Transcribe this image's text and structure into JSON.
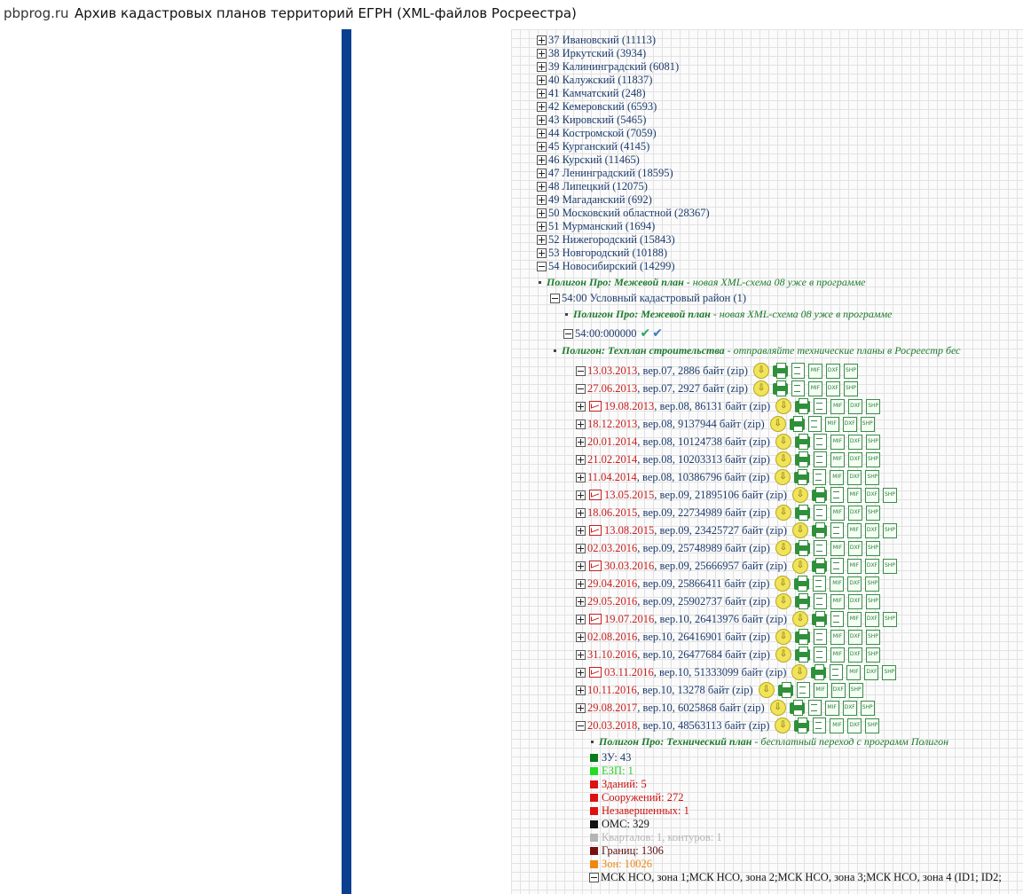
{
  "titlebar": {
    "site": "pbprog.ru",
    "title": "Архив кадастровых планов территорий ЕГРН (XML-файлов Росреестра)"
  },
  "regions": [
    {
      "label": "37 Ивановский (11113)"
    },
    {
      "label": "38 Иркутский (3934)"
    },
    {
      "label": "39 Калининградский (6081)"
    },
    {
      "label": "40 Калужский (11837)"
    },
    {
      "label": "41 Камчатский (248)"
    },
    {
      "label": "42 Кемеровский (6593)"
    },
    {
      "label": "43 Кировский (5465)"
    },
    {
      "label": "44 Костромской (7059)"
    },
    {
      "label": "45 Курганский (4145)"
    },
    {
      "label": "46 Курский (11465)"
    },
    {
      "label": "47 Ленинградский (18595)"
    },
    {
      "label": "48 Липецкий (12075)"
    },
    {
      "label": "49 Магаданский (692)"
    },
    {
      "label": "50 Московский областной (28367)"
    },
    {
      "label": "51 Мурманский (1694)"
    },
    {
      "label": "52 Нижегородский (15843)"
    },
    {
      "label": "53 Новгородский (10188)"
    },
    {
      "label": "54 Новосибирский (14299)"
    }
  ],
  "promos": {
    "p1_bold": "Полигон Про: Межевой план",
    "p1_rest": " - новая XML-схема 08 уже в программе",
    "district": "54:00 Условный кадастровый район (1)",
    "p2_bold": "Полигон Про: Межевой план",
    "p2_rest": " - новая XML-схема 08 уже в программе",
    "quarter": "54:00:000000",
    "p3_bold": "Полигон: Техплан строительства",
    "p3_rest": " - отправляйте технические планы в Росреестр бес",
    "p4_bold": "Полигон Про: Технический план",
    "p4_rest": " - бесплатный переход с программ Полигон"
  },
  "icon_labels": {
    "mif": "MIF",
    "dxf": "DXF",
    "shp": "SHP"
  },
  "files": [
    {
      "date": "13.03.2013",
      "meta": ", вер.07, 2886 байт (zip)"
    },
    {
      "date": "27.06.2013",
      "meta": ", вер.07, 2927 байт (zip)"
    },
    {
      "date": "19.08.2013",
      "meta": ", вер.08, 86131 байт (zip)"
    },
    {
      "date": "18.12.2013",
      "meta": ", вер.08, 9137944 байт (zip)"
    },
    {
      "date": "20.01.2014",
      "meta": ", вер.08, 10124738 байт (zip)"
    },
    {
      "date": "21.02.2014",
      "meta": ", вер.08, 10203313 байт (zip)"
    },
    {
      "date": "11.04.2014",
      "meta": ", вер.08, 10386796 байт (zip)"
    },
    {
      "date": "13.05.2015",
      "meta": ", вер.09, 21895106 байт (zip)"
    },
    {
      "date": "18.06.2015",
      "meta": ", вер.09, 22734989 байт (zip)"
    },
    {
      "date": "13.08.2015",
      "meta": ", вер.09, 23425727 байт (zip)"
    },
    {
      "date": "02.03.2016",
      "meta": ", вер.09, 25748989 байт (zip)"
    },
    {
      "date": "30.03.2016",
      "meta": ", вер.09, 25666957 байт (zip)"
    },
    {
      "date": "29.04.2016",
      "meta": ", вер.09, 25866411 байт (zip)"
    },
    {
      "date": "29.05.2016",
      "meta": ", вер.09, 25902737 байт (zip)"
    },
    {
      "date": "19.07.2016",
      "meta": ", вер.10, 26413976 байт (zip)"
    },
    {
      "date": "02.08.2016",
      "meta": ", вер.10, 26416901 байт (zip)"
    },
    {
      "date": "31.10.2016",
      "meta": ", вер.10, 26477684 байт (zip)"
    },
    {
      "date": "03.11.2016",
      "meta": ", вер.10, 51333099 байт (zip)"
    },
    {
      "date": "10.11.2016",
      "meta": ", вер.10, 13278 байт (zip)"
    },
    {
      "date": "29.08.2017",
      "meta": ", вер.10, 6025868 байт (zip)"
    },
    {
      "date": "20.03.2018",
      "meta": ", вер.10, 48563113 байт (zip)"
    }
  ],
  "legend": [
    {
      "label": "ЗУ: 43",
      "color": "#0a7a1a",
      "text_color": "#1d3c6e"
    },
    {
      "label": "ЕЗП: 1",
      "color": "#22dd22",
      "text_color": "#22cc22"
    },
    {
      "label": "Зданий: 5",
      "color": "#dd1111",
      "text_color": "#cc1111"
    },
    {
      "label": "Сооружений: 272",
      "color": "#dd1111",
      "text_color": "#cc1111"
    },
    {
      "label": "Незавершенных: 1",
      "color": "#dd1111",
      "text_color": "#cc1111"
    },
    {
      "label": "ОМС: 329",
      "color": "#111111",
      "text_color": "#111111"
    },
    {
      "label": "Кварталов: 1, контуров: 1",
      "color": "#b5b5b5",
      "text_color": "#b5b5b5"
    },
    {
      "label": "Границ: 1306",
      "color": "#7a1010",
      "text_color": "#5a1010"
    },
    {
      "label": "Зон: 10026",
      "color": "#ee8811",
      "text_color": "#ee8811"
    }
  ],
  "zones_text": "МСК НСО, зона 1;МСК НСО, зона 2;МСК НСО, зона 3;МСК НСО, зона 4 (ID1; ID2;"
}
